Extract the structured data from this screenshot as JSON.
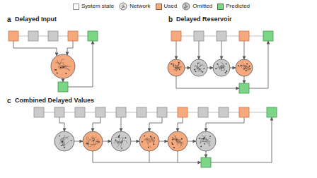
{
  "diagram": {
    "labels": [
      "a",
      "Delayed Input",
      "b",
      "Delayed Reservoir",
      "c",
      "Combined Delayed Values"
    ],
    "legend": [
      {
        "text": "System state",
        "color": "#ffffff"
      },
      {
        "text": "Network"
      },
      {
        "text": "Used",
        "color": "#f7a97e"
      },
      {
        "text": "Omitted"
      },
      {
        "text": "Predicted",
        "color": "#7dd587"
      }
    ]
  }
}
